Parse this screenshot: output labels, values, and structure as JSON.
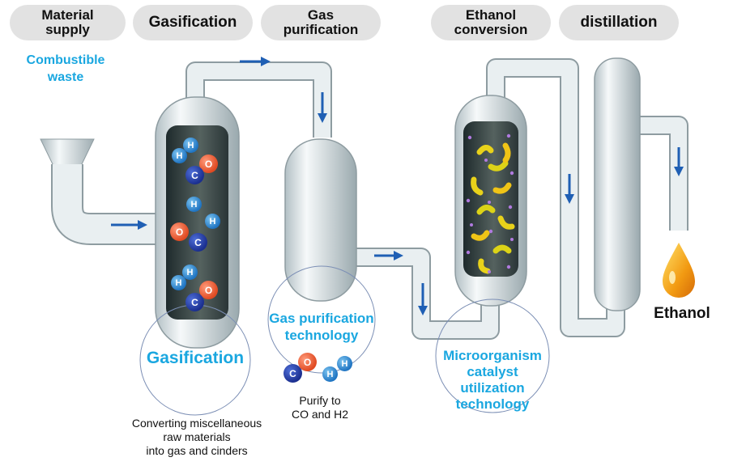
{
  "stages": [
    {
      "line1": "Material",
      "line2": "supply"
    },
    {
      "line1": "Gasification",
      "line2": ""
    },
    {
      "line1": "Gas",
      "line2": "purification"
    },
    {
      "line1": "Ethanol",
      "line2": "conversion"
    },
    {
      "line1": "distillation",
      "line2": ""
    }
  ],
  "feed": {
    "line1": "Combustible",
    "line2": "waste"
  },
  "technologies": {
    "gasification": "Gasification",
    "gas_purification": {
      "line1": "Gas purification",
      "line2": "technology"
    },
    "microorganism": {
      "line1": "Microorganism",
      "line2": "catalyst",
      "line3": "utilization",
      "line4": "technology"
    }
  },
  "notes": {
    "gasification": {
      "line1": "Converting miscellaneous",
      "line2": "raw materials",
      "line3": "into gas and cinders"
    },
    "purify": {
      "line1": "Purify to",
      "line2": "CO and H2"
    }
  },
  "product": "Ethanol",
  "atoms": {
    "h": "H",
    "o": "O",
    "c": "C"
  },
  "colors": {
    "accent": "#1aa7e0",
    "arrow": "#1f5fb4",
    "pipe": "#dfe7ea",
    "stage_bg": "#e2e2e2"
  }
}
